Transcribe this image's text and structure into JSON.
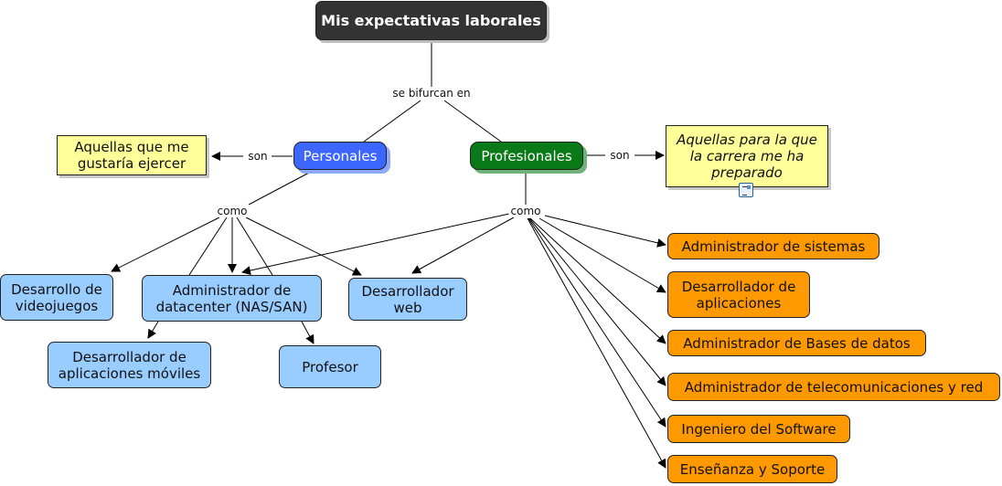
{
  "root": {
    "label": "Mis expectativas laborales"
  },
  "root_link": "se bifurcan en",
  "personales": {
    "label": "Personales",
    "son_link": "son",
    "son_target": "Aquellas que me gustaría ejercer",
    "como_link": "como",
    "items": [
      "Desarrollo de videojuegos",
      "Administrador de datacenter (NAS/SAN)",
      "Desarrollador web",
      "Desarrollador de aplicaciones móviles",
      "Profesor"
    ]
  },
  "profesionales": {
    "label": "Profesionales",
    "son_link": "son",
    "son_target": "Aquellas para la que la carrera me ha preparado",
    "son_target_icon": "document-icon",
    "como_link": "como",
    "items": [
      "Administrador de sistemas",
      "Desarrollador de aplicaciones",
      "Administrador de Bases de datos",
      "Administrador de telecomunicaciones y red",
      "Ingeniero del Software",
      "Enseñanza y Soporte"
    ]
  },
  "colors": {
    "root": "#333333",
    "personales": "#3d66ff",
    "profesionales": "#0a7a18",
    "note": "#ffff99",
    "personal_items": "#99ccff",
    "professional_items": "#ff9900"
  }
}
